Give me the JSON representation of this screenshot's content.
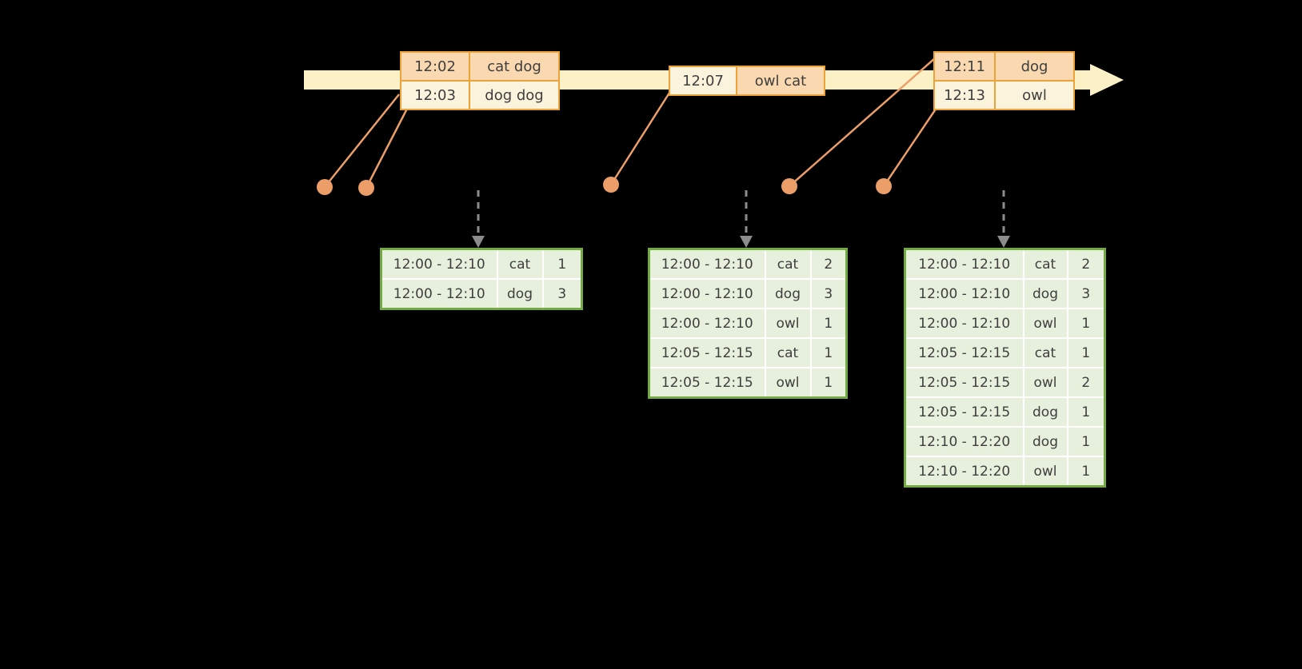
{
  "colors": {
    "background": "#000000",
    "timeline_fill": "#FBF0C6",
    "event_table_border": "#EBA33A",
    "event_cell_peach": "#FAD8B0",
    "event_cell_cream": "#FCF3DC",
    "marker_dot": "#EB9E68",
    "connector_line": "#EB9E68",
    "trigger_arrow_gray": "#8C8C8C",
    "result_table_border": "#74A944",
    "result_cell_fill": "#E7F0DC",
    "table_text": "#3E3E3E"
  },
  "icons": {
    "timeline_arrow": "right-arrow-band",
    "event_dot": "filled-circle",
    "trigger_arrow": "dashed-down-arrow"
  },
  "event_tables": [
    {
      "rows": [
        {
          "time": "12:02",
          "words": "cat dog"
        },
        {
          "time": "12:03",
          "words": "dog dog"
        }
      ]
    },
    {
      "rows": [
        {
          "time": "12:07",
          "words": "owl cat"
        }
      ]
    },
    {
      "rows": [
        {
          "time": "12:11",
          "words": "dog"
        },
        {
          "time": "12:13",
          "words": "owl"
        }
      ]
    }
  ],
  "result_tables": [
    {
      "rows": [
        {
          "window": "12:00 - 12:10",
          "word": "cat",
          "count": "1"
        },
        {
          "window": "12:00 - 12:10",
          "word": "dog",
          "count": "3"
        }
      ]
    },
    {
      "rows": [
        {
          "window": "12:00 - 12:10",
          "word": "cat",
          "count": "2"
        },
        {
          "window": "12:00 - 12:10",
          "word": "dog",
          "count": "3"
        },
        {
          "window": "12:00 - 12:10",
          "word": "owl",
          "count": "1"
        },
        {
          "window": "12:05 - 12:15",
          "word": "cat",
          "count": "1"
        },
        {
          "window": "12:05 - 12:15",
          "word": "owl",
          "count": "1"
        }
      ]
    },
    {
      "rows": [
        {
          "window": "12:00 - 12:10",
          "word": "cat",
          "count": "2"
        },
        {
          "window": "12:00 - 12:10",
          "word": "dog",
          "count": "3"
        },
        {
          "window": "12:00 - 12:10",
          "word": "owl",
          "count": "1"
        },
        {
          "window": "12:05 - 12:15",
          "word": "cat",
          "count": "1"
        },
        {
          "window": "12:05 - 12:15",
          "word": "owl",
          "count": "2"
        },
        {
          "window": "12:05 - 12:15",
          "word": "dog",
          "count": "1"
        },
        {
          "window": "12:10 - 12:20",
          "word": "dog",
          "count": "1"
        },
        {
          "window": "12:10 - 12:20",
          "word": "owl",
          "count": "1"
        }
      ]
    }
  ]
}
